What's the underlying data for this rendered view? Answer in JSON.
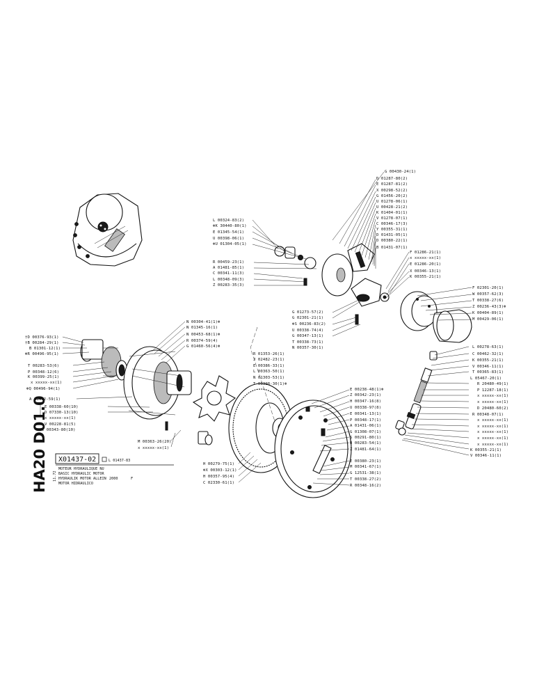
{
  "drawing": {
    "side_code": "HA20 D01.0",
    "side_date": "11.72"
  },
  "title_block": {
    "code": "X01437-02",
    "ref": "L 01437-83",
    "desc_1": "MOTEUR HYDRAULIQUE NU",
    "desc_2": "BASIC HYDRAULIC MOTOR",
    "desc_3": "HYDRAULIK MOTOR ALLEIN",
    "desc_4": "MOTOR HIDRAULICO",
    "qty": "2000",
    "lang": "F"
  },
  "labels": [
    "G 00430-24(1)",
    "D 01287-80(2)",
    "E 01287-81(2)",
    "X 00298-52(2)",
    "G 01456-20(2)",
    "U 01278-06(1)",
    "U 00428-21(2)",
    "K 01404-01(1)",
    "V 01278-07(1)",
    "C 00346-17(3)",
    "Y 00355-31(1)",
    "D 01431-05(1)",
    "D 00380-22(1)",
    "B 01431-07(1)",
    "F 01286-21(1)",
    "x xxxxx-xx(1)",
    "E 01286-20(1)",
    "X 00346-13(1)",
    "K 00355-21(1)",
    "L 00324-83(2)",
    "⊛K 30440-80(1)",
    "E 01345-54(1)",
    "U 00398-06(1)",
    "⊛U 01304-05(1)",
    "R 00459-23(1)",
    "A 01481-85(1)",
    "C 00341-11(3)",
    "L 00348-09(3)",
    "Z 00283-35(3)",
    "F 02301-20(1)",
    "W 00357-62(3)",
    "T 00338-27(6)",
    "Z 00236-43(3)⊛",
    "K 00404-89(1)",
    "M 00429-06(1)",
    "G 01273-57(2)",
    "G 02301-21(1)",
    "⊛S 00236-83(2)",
    "U 00338-74(4)",
    "G 00347-13(1)",
    "T 00338-73(1)",
    "N 00357-30(1)",
    "R 01353-26(1)",
    "J 02482-23(1)",
    "E 00386-33(1)",
    "L 00363-50(1)",
    "N 01303-53(1)",
    "T 00398-30(1)⊛",
    "N 00304-41(1)⊛",
    "N 01345-16(1)",
    "N 00453-68(1)⊛",
    "R 00374-59(4)",
    "G 01460-56(4)⊛",
    "†D 00376-93(1)",
    "†B 00284-29(1)",
    "B 01301-12(1)",
    "⊛R 00496-95(1)",
    "T 00283-53(6)",
    "P 00348-12(6)",
    "K 00399-25(1)",
    "x xxxxx-xx(1)",
    "⊛Q 00496-94(1)",
    "A 13462-59(1)",
    "E 00338-60(10)",
    "D 07330-13(10)",
    "x xxxxx-xx(1)",
    "V 00228-81(5)",
    "C 00343-80(10)",
    "M 00363-26(20)",
    "x xxxxx-xx(1)",
    "E 00238-48(1)⊛",
    "Z 00342-23(1)",
    "H 00347-16(8)",
    "U 00338-97(8)",
    "E 00341-13(1)",
    "P 00348-17(1)",
    "A 01431-06(1)",
    "G 01308-07(1)",
    "S 00291-80(1)",
    "U 00283-54(1)",
    "Z 01481-64(1)",
    "E 00380-23(1)",
    "M 00341-67(1)",
    "G 12531-38(1)",
    "T 00338-27(2)",
    "R 00348-16(2)",
    "H 00279-75(1)",
    "⊛X 00303-12(1)",
    "H 00357-95(4)",
    "C 02330-61(1)",
    "L 00278-63(1)",
    "C 00462-32(1)",
    "K 00355-21(1)",
    "V 00346-11(1)",
    "T 00365-83(1)",
    "L 05467-20(1)",
    "R 20480-49(1)",
    "P 12287-18(1)",
    "x xxxxx-xx(1)",
    "x xxxxx-xx(1)",
    "D 20480-60(2)",
    "R 00348-07(1)",
    "x xxxxx-xx(1)",
    "x xxxxx-xx(1)",
    "x xxxxx-xx(1)",
    "x xxxxx-xx(1)",
    "x xxxxx-xx(1)",
    "K 00355-21(1)",
    "V 00346-11(1)"
  ]
}
